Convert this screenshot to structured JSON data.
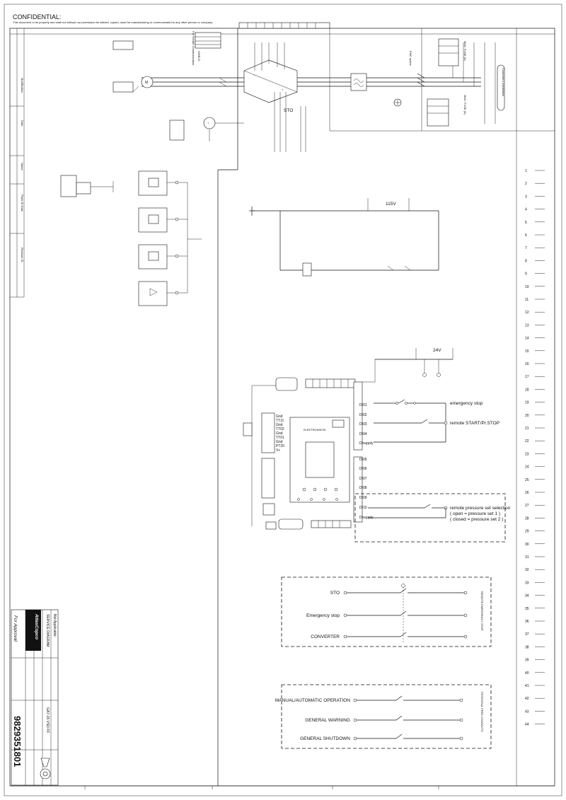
{
  "header": {
    "title": "CONFIDENTIAL:",
    "notice": "This document or its property and shall not without our permission be altered, copied, used for manufacturing or communicated to any other person or company."
  },
  "left_margin_labels": [
    "Modification",
    "Date",
    "Name",
    "Parts ID Date",
    "Revision ID"
  ],
  "power": {
    "customer_installation": "Customer's installation",
    "emc_option": "EMC option",
    "max_fuse": "MAX. FUSE (A)",
    "supply_label": "115V",
    "dc_label": "24V"
  },
  "communication": {
    "label": "For RS485 Communication",
    "shield": "SHIELD",
    "sto": "STO"
  },
  "controller": {
    "name": "ELEKTRONIKON",
    "analog_inputs": [
      "Gnd",
      "TT11",
      "Gnd",
      "TT02",
      "Gnd",
      "TT01",
      "Gnd",
      "PT20",
      "V+"
    ],
    "digital_inputs": [
      "DI01",
      "DI02",
      "DI03",
      "DI04",
      "DIsupply",
      "DI05",
      "DI06",
      "DI07",
      "DI08",
      "DI09",
      "DI10",
      "DIsupply"
    ]
  },
  "inputs": {
    "emergency_stop": "emergency stop",
    "remote_start_stop": "remote START/Pr.STOP",
    "pressure_set_title": "remote pressure set selection",
    "pressure_set_open": "( open  = pressure set 1 )",
    "pressure_set_closed": "( closed = pressure set 2 )"
  },
  "remote_emergency_stop": {
    "title": "REMOTE EMERGENCY STOP",
    "items": [
      "STO",
      "Emergency stop",
      "CONVERTER"
    ]
  },
  "potential_free_contacts": {
    "title": "POTENTIAL FREE CONTACTS",
    "items": [
      "MANUAL/AUTOMATIC OPERATION",
      "GENERAL WARNING",
      "GENERAL SHUTDOWN"
    ]
  },
  "right_grid_numbers": [
    "1",
    "2",
    "3",
    "4",
    "5",
    "6",
    "7",
    "8",
    "9",
    "10",
    "11",
    "12",
    "13",
    "14",
    "15",
    "16",
    "17",
    "18",
    "19",
    "20",
    "21",
    "22",
    "23",
    "24",
    "25",
    "26",
    "27",
    "28",
    "29",
    "30",
    "31",
    "32",
    "33",
    "34",
    "35",
    "36",
    "37",
    "38",
    "39",
    "40",
    "41",
    "42",
    "43",
    "44"
  ],
  "title_block": {
    "brand": "AtlasCopco",
    "document_type": "SERVICE DIAGRAM",
    "not_applicable": "Not Applicable",
    "model": "GA7-15 VSD FF",
    "status": "For Approval",
    "drawing_number": "9829351801"
  }
}
